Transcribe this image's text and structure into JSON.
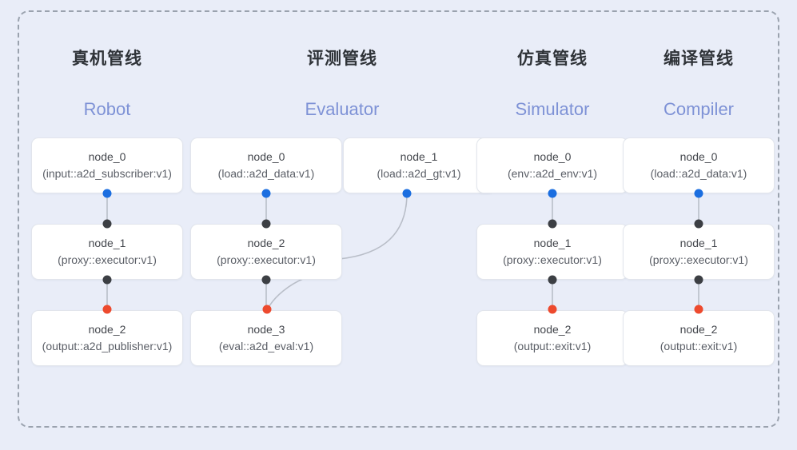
{
  "diagram": {
    "background_color": "#e9edf8",
    "frame_border_color": "#9aa2ae",
    "dot_colors": {
      "input": "#1b6ee0",
      "internal": "#3c3f44",
      "output": "#ed4a2e"
    },
    "title_color": "#2f3338",
    "subtitle_color": "#7e92d6"
  },
  "pipelines": [
    {
      "title_cn": "真机管线",
      "title_en": "Robot",
      "nodes": [
        {
          "name": "node_0",
          "type": "(input::a2d_subscriber:v1)"
        },
        {
          "name": "node_1",
          "type": "(proxy::executor:v1)"
        },
        {
          "name": "node_2",
          "type": "(output::a2d_publisher:v1)"
        }
      ]
    },
    {
      "title_cn": "评测管线",
      "title_en": "Evaluator",
      "nodes": [
        {
          "name": "node_0",
          "type": "(load::a2d_data:v1)"
        },
        {
          "name": "node_1",
          "type": "(load::a2d_gt:v1)"
        },
        {
          "name": "node_2",
          "type": "(proxy::executor:v1)"
        },
        {
          "name": "node_3",
          "type": "(eval::a2d_eval:v1)"
        }
      ]
    },
    {
      "title_cn": "仿真管线",
      "title_en": "Simulator",
      "nodes": [
        {
          "name": "node_0",
          "type": "(env::a2d_env:v1)"
        },
        {
          "name": "node_1",
          "type": "(proxy::executor:v1)"
        },
        {
          "name": "node_2",
          "type": "(output::exit:v1)"
        }
      ]
    },
    {
      "title_cn": "编译管线",
      "title_en": "Compiler",
      "nodes": [
        {
          "name": "node_0",
          "type": "(load::a2d_data:v1)"
        },
        {
          "name": "node_1",
          "type": "(proxy::executor:v1)"
        },
        {
          "name": "node_2",
          "type": "(output::exit:v1)"
        }
      ]
    }
  ]
}
